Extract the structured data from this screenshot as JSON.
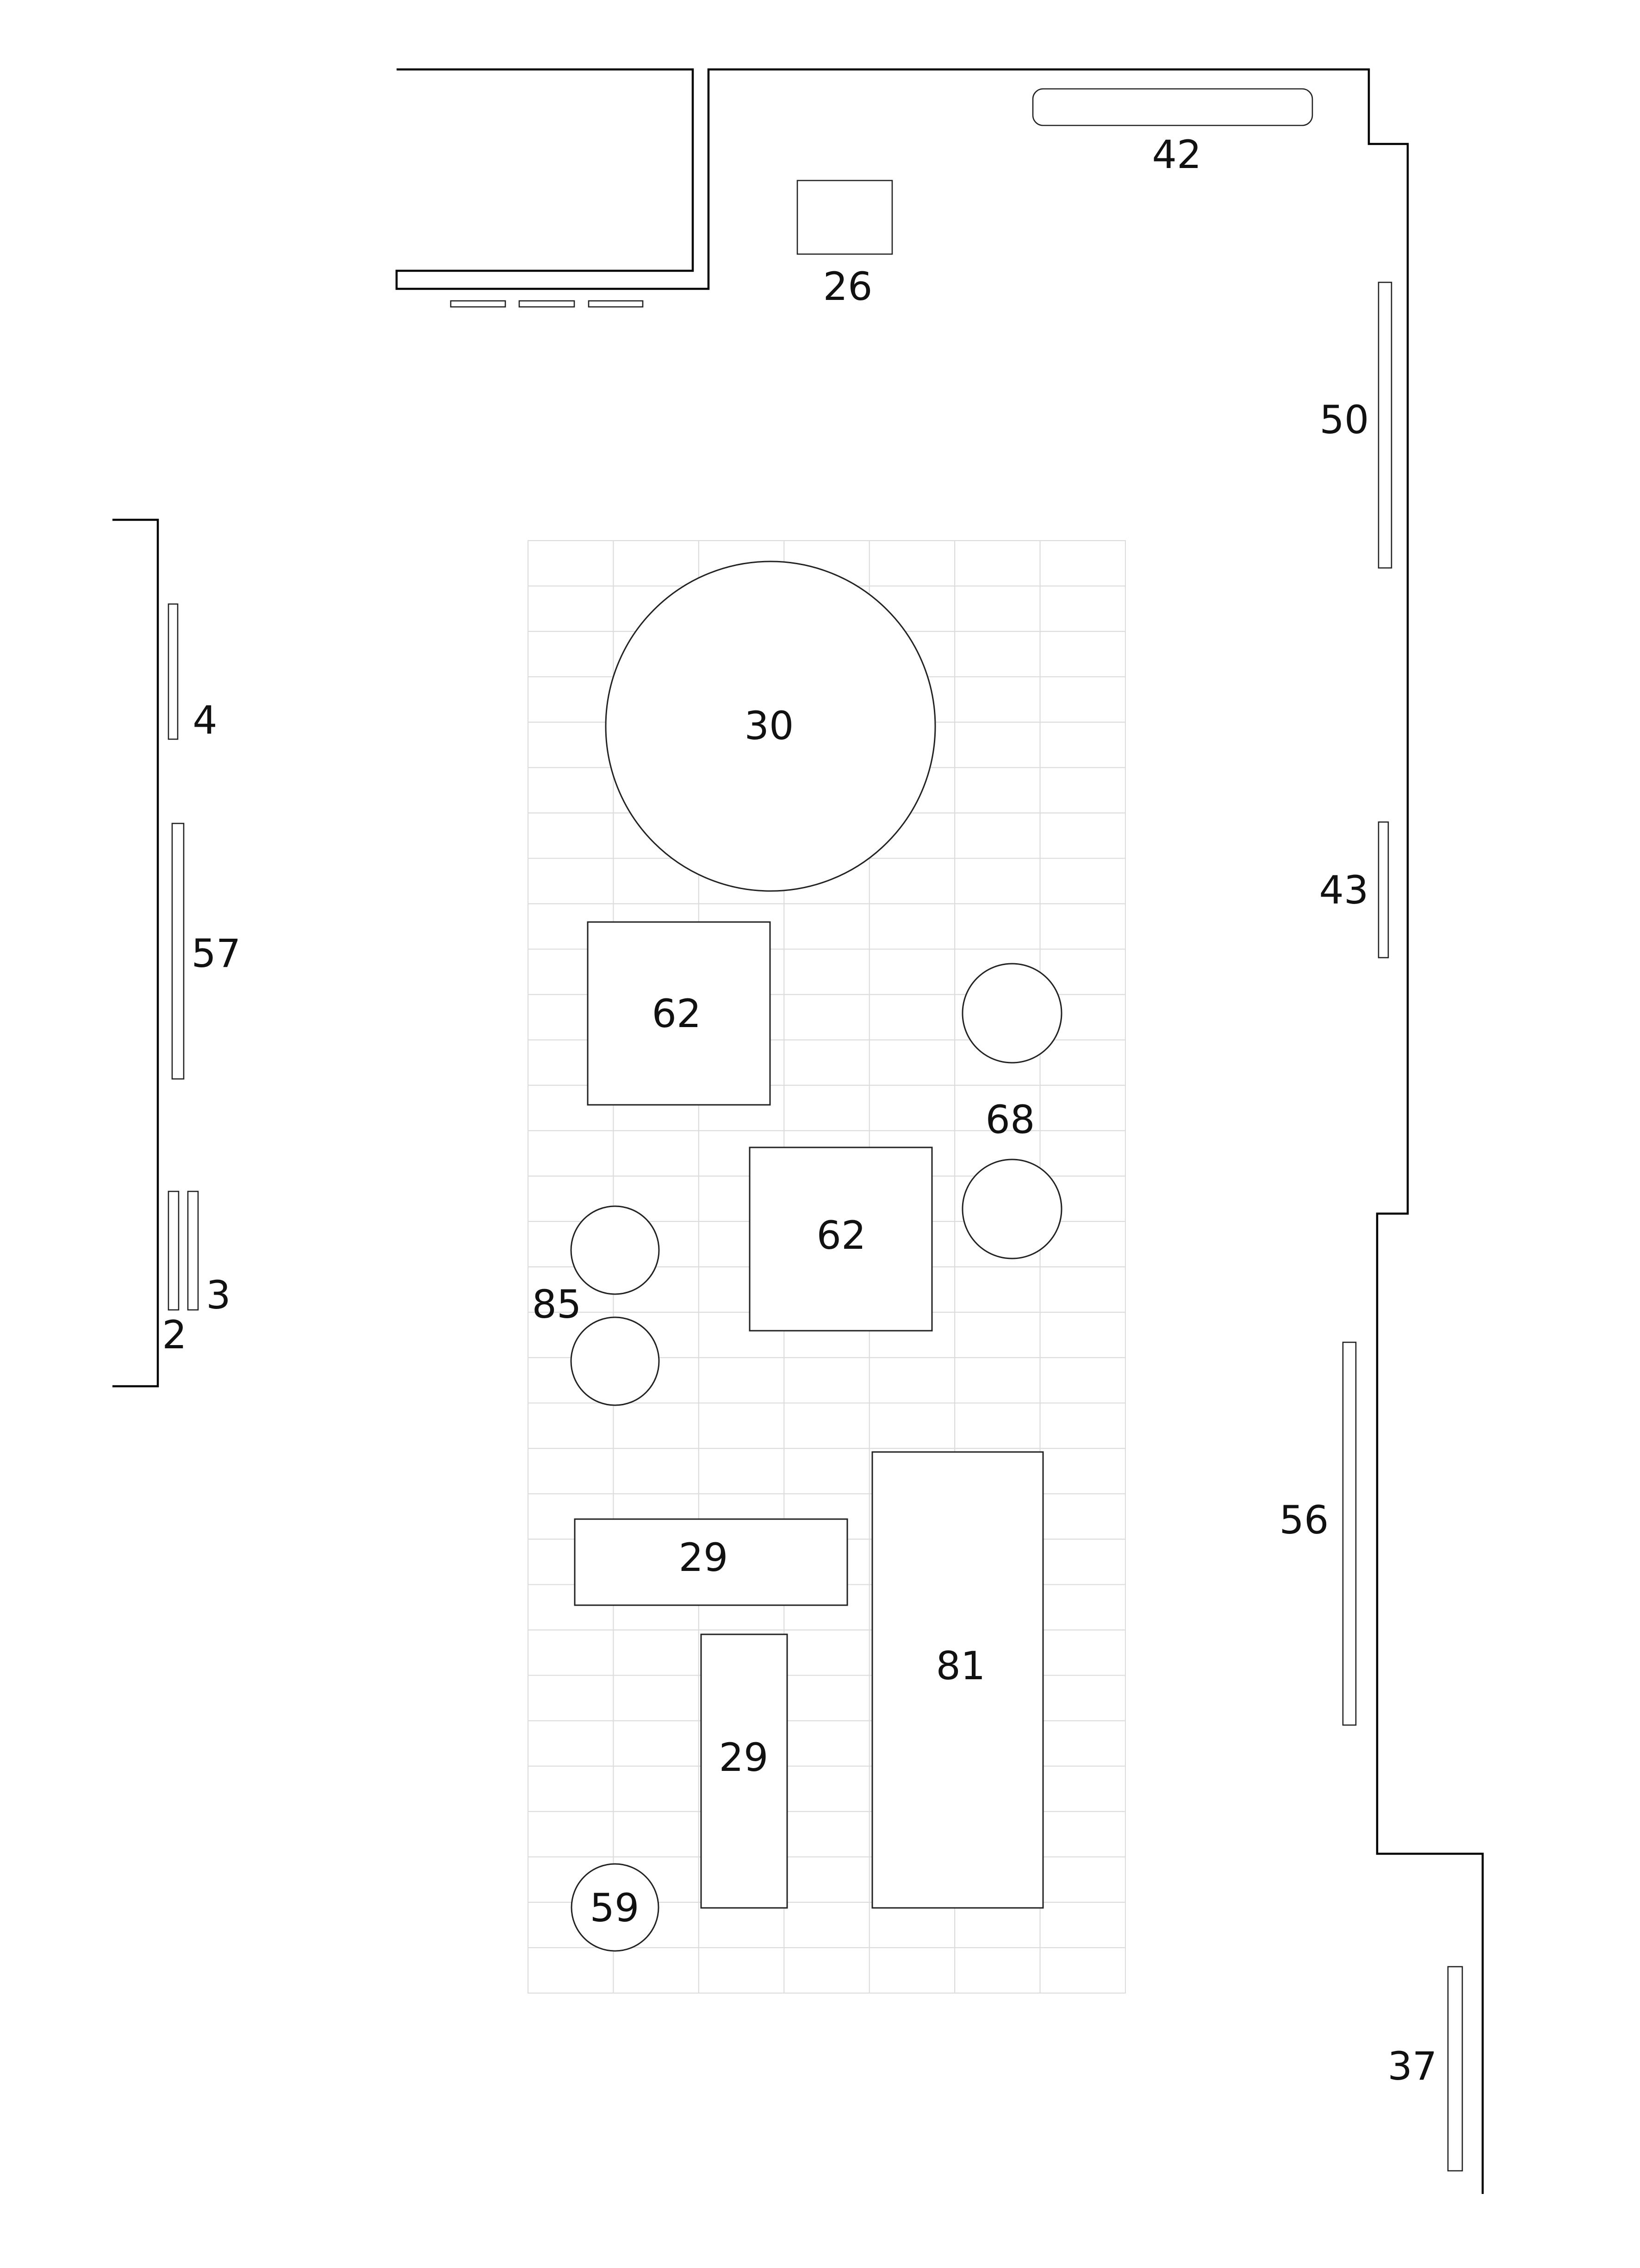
{
  "labels": {
    "item_42": "42",
    "item_26": "26",
    "item_50": "50",
    "item_4": "4",
    "item_57": "57",
    "item_3": "3",
    "item_2": "2",
    "item_30": "30",
    "item_62_top": "62",
    "item_68": "68",
    "item_62_bottom": "62",
    "item_85": "85",
    "item_43": "43",
    "item_56": "56",
    "item_29_horizontal": "29",
    "item_29_vertical": "29",
    "item_81": "81",
    "item_59": "59",
    "item_37": "37"
  },
  "colors": {
    "wall": "#000000",
    "outline": "#222222",
    "grid": "#dcdcdc",
    "background": "#ffffff"
  }
}
